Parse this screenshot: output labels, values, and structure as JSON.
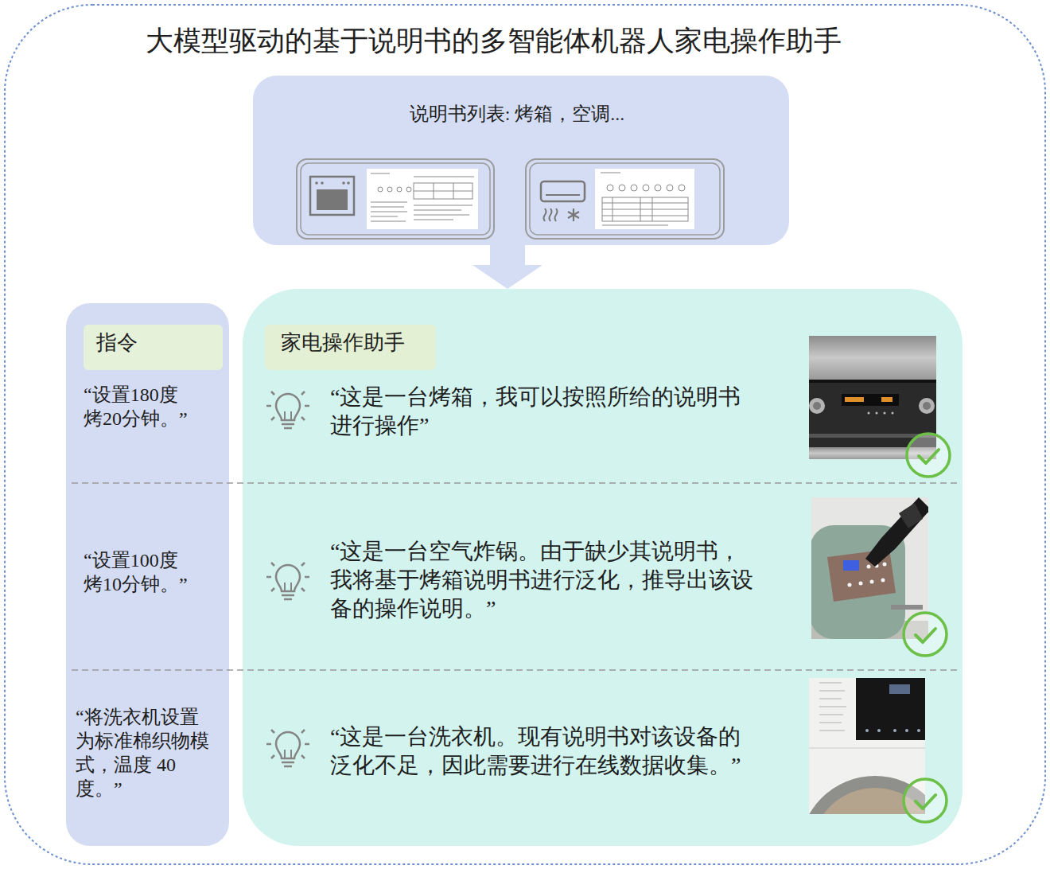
{
  "diagram": {
    "title": "大模型驱动的基于说明书的多智能体机器人家电操作助手",
    "nodes": [
      {
        "text": [
          "说明书列表: 烤箱，空调..."
        ]
      },
      {
        "text": [
          "“设置180度烤20分钟。”",
          "“设置100度烤10分钟。”",
          "“将洗衣机设置为标准棉织物模式，温度 40度。”"
        ]
      },
      {
        "text": [
          "指令"
        ],
        "in": 1
      },
      {
        "text": [
          "“这是一台烤箱，我可以按照所给的说明书进行操作”",
          "“这是一台空气炸锅。由于缺少其说明书，我将基于烤箱说明书进行泛化，推导出该设备的操作说明。”",
          "“这是一台洗衣机。现有说明书对该设备的泛化不足，因此需要进行在线数据收集。”"
        ]
      },
      {
        "text": [
          "家电操作助手"
        ],
        "in": 3
      }
    ],
    "edges": [
      {
        "from": 0,
        "to": 3,
        "arrow": "to"
      }
    ]
  }
}
